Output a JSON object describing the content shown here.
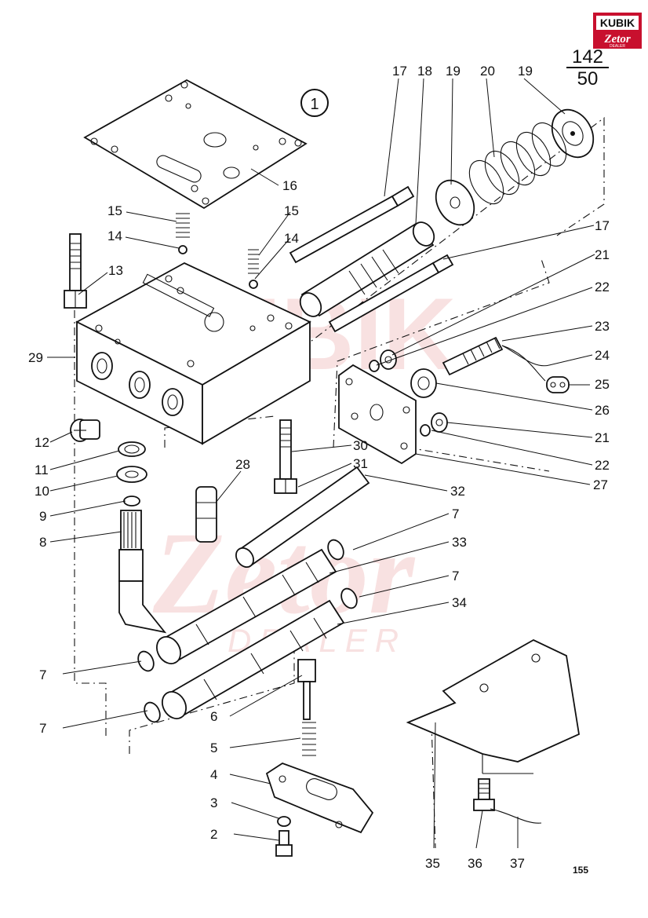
{
  "header": {
    "fraction_top": "142",
    "fraction_bottom": "50",
    "circled_number": "1",
    "page_number": "155"
  },
  "brand": {
    "logo_text": "KUBIK",
    "logo_subtext": "Zetor",
    "logo_small": "DEALER",
    "watermark_text": "KUBIK",
    "watermark_subtext": "Zetor",
    "watermark_small": "DEALER",
    "accent_color": "#c8102e",
    "watermark_color": "#f3c9c9"
  },
  "callouts": [
    "2",
    "3",
    "4",
    "5",
    "6",
    "7",
    "7",
    "7",
    "7",
    "8",
    "9",
    "10",
    "11",
    "12",
    "13",
    "14",
    "14",
    "15",
    "15",
    "16",
    "17",
    "17",
    "18",
    "19",
    "19",
    "20",
    "21",
    "21",
    "22",
    "22",
    "23",
    "24",
    "25",
    "26",
    "27",
    "28",
    "29",
    "30",
    "31",
    "32",
    "33",
    "34",
    "35",
    "36",
    "37"
  ]
}
